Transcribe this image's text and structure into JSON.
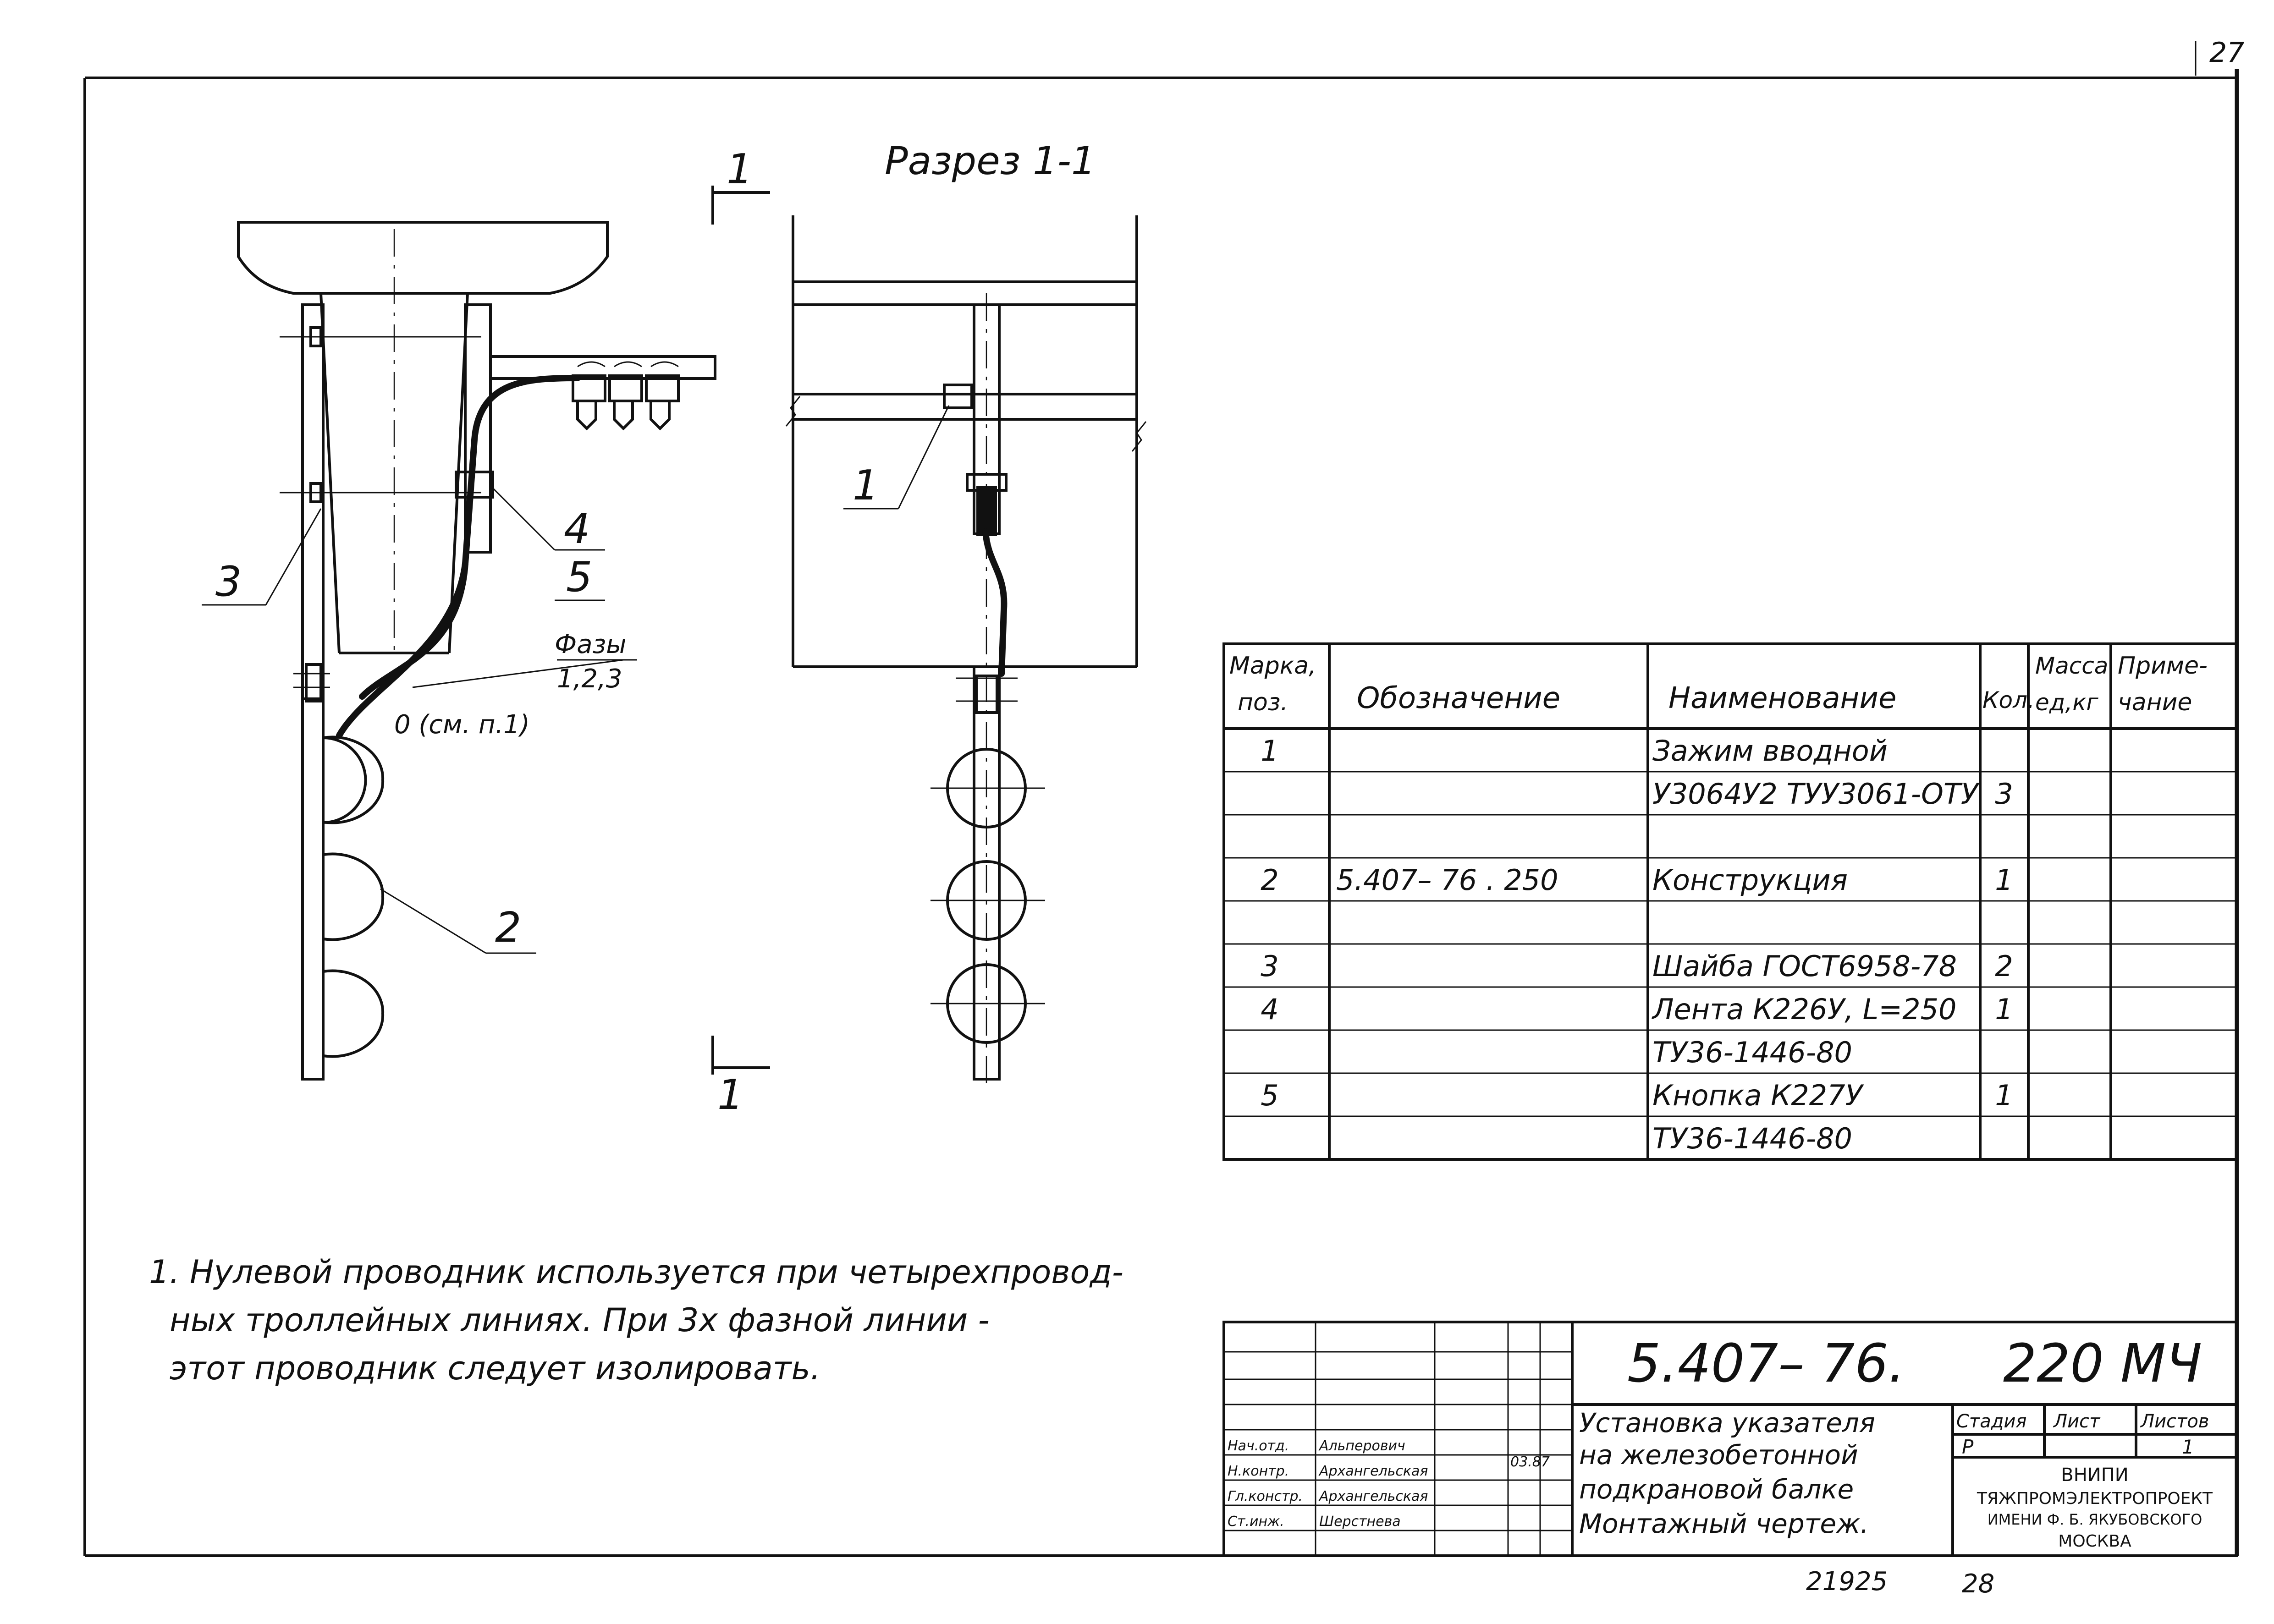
{
  "section_title": "Разрез 1-1",
  "section_mark": "1",
  "callouts": {
    "c1": "1",
    "c2": "2",
    "c3": "3",
    "c4": "4",
    "c5": "5",
    "phases_label": "Фазы",
    "phases_values": "1,2,3",
    "zero_label": "0 (см. п.1)"
  },
  "spec_table": {
    "headers": {
      "mark_line1": "Марка,",
      "mark_line2": "поз.",
      "designation": "Обозначение",
      "name": "Наименование",
      "qty": "Кол.",
      "mass_line1": "Масса",
      "mass_line2": "ед,кг",
      "note_line1": "Приме-",
      "note_line2": "чание"
    },
    "rows": [
      {
        "pos": "1",
        "designation": "",
        "name": "Зажим вводной",
        "qty": "",
        "mass": "",
        "note": ""
      },
      {
        "pos": "",
        "designation": "",
        "name": "У3064У2 ТУУ3061-ОТУ",
        "qty": "3",
        "mass": "",
        "note": ""
      },
      {
        "pos": "",
        "designation": "",
        "name": "",
        "qty": "",
        "mass": "",
        "note": ""
      },
      {
        "pos": "2",
        "designation": "5.407– 76 . 250",
        "name": "Конструкция",
        "qty": "1",
        "mass": "",
        "note": ""
      },
      {
        "pos": "",
        "designation": "",
        "name": "",
        "qty": "",
        "mass": "",
        "note": ""
      },
      {
        "pos": "3",
        "designation": "",
        "name": "Шайба ГОСТ6958-78",
        "qty": "2",
        "mass": "",
        "note": ""
      },
      {
        "pos": "4",
        "designation": "",
        "name": "Лента К226У, L=250",
        "qty": "1",
        "mass": "",
        "note": ""
      },
      {
        "pos": "",
        "designation": "",
        "name": "ТУ36-1446-80",
        "qty": "",
        "mass": "",
        "note": ""
      },
      {
        "pos": "5",
        "designation": "",
        "name": "Кнопка К227У",
        "qty": "1",
        "mass": "",
        "note": ""
      },
      {
        "pos": "",
        "designation": "",
        "name": "ТУ36-1446-80",
        "qty": "",
        "mass": "",
        "note": ""
      }
    ]
  },
  "notes": [
    "1. Нулевой проводник используется при четырехпровод-",
    "ных троллейных линиях. При 3х фазной линии -",
    "этот проводник следует изолировать."
  ],
  "title_block": {
    "doc_code": "5.407– 76.",
    "sheet_code": "220 МЧ",
    "title_lines": [
      "Установка указателя",
      "на железобетонной",
      "подкрановой балке",
      "Монтажный чертеж."
    ],
    "stage_label": "Стадия",
    "sheet_label": "Лист",
    "sheets_label": "Листов",
    "stage_value": "Р",
    "sheets_value": "1",
    "org_lines": [
      "ВНИПИ",
      "ТЯЖПРОМЭЛЕКТРОПРОЕКТ",
      "ИМЕНИ Ф. Б. ЯКУБОВСКОГО",
      "МОСКВА"
    ],
    "signers": [
      {
        "role": "Нач.отд.",
        "name": "Альперович"
      },
      {
        "role": "Н.контр.",
        "name": "Архангельская"
      },
      {
        "role": "Гл.констр.",
        "name": "Архангельская"
      },
      {
        "role": "Ст.инж.",
        "name": "Шерстнева"
      }
    ],
    "date": "03.87"
  },
  "corner_number": "27",
  "bottom_numbers": {
    "inventory": "21925",
    "format": "28"
  }
}
